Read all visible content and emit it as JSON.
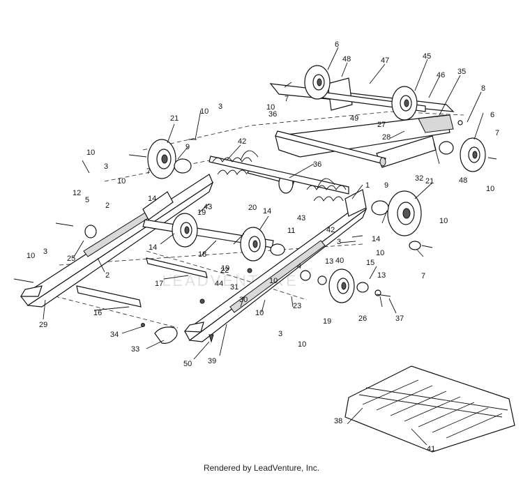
{
  "footer": {
    "text": "Rendered by LeadVenture, Inc."
  },
  "watermark": "LEADVENTURE",
  "callouts": [
    "1",
    "2",
    "2",
    "3",
    "3",
    "3",
    "3",
    "3",
    "4",
    "5",
    "6",
    "6",
    "7",
    "7",
    "7",
    "7",
    "8",
    "9",
    "9",
    "10",
    "10",
    "10",
    "10",
    "10",
    "10",
    "10",
    "10",
    "10",
    "10",
    "10",
    "11",
    "12",
    "13",
    "13",
    "14",
    "14",
    "14",
    "14",
    "15",
    "16",
    "17",
    "18",
    "19",
    "19",
    "19",
    "20",
    "21",
    "21",
    "22",
    "23",
    "25",
    "26",
    "27",
    "28",
    "29",
    "30",
    "31",
    "32",
    "33",
    "34",
    "35",
    "36",
    "36",
    "37",
    "38",
    "39",
    "40",
    "41",
    "42",
    "42",
    "43",
    "43",
    "44",
    "45",
    "46",
    "47",
    "48",
    "48",
    "49",
    "50"
  ]
}
